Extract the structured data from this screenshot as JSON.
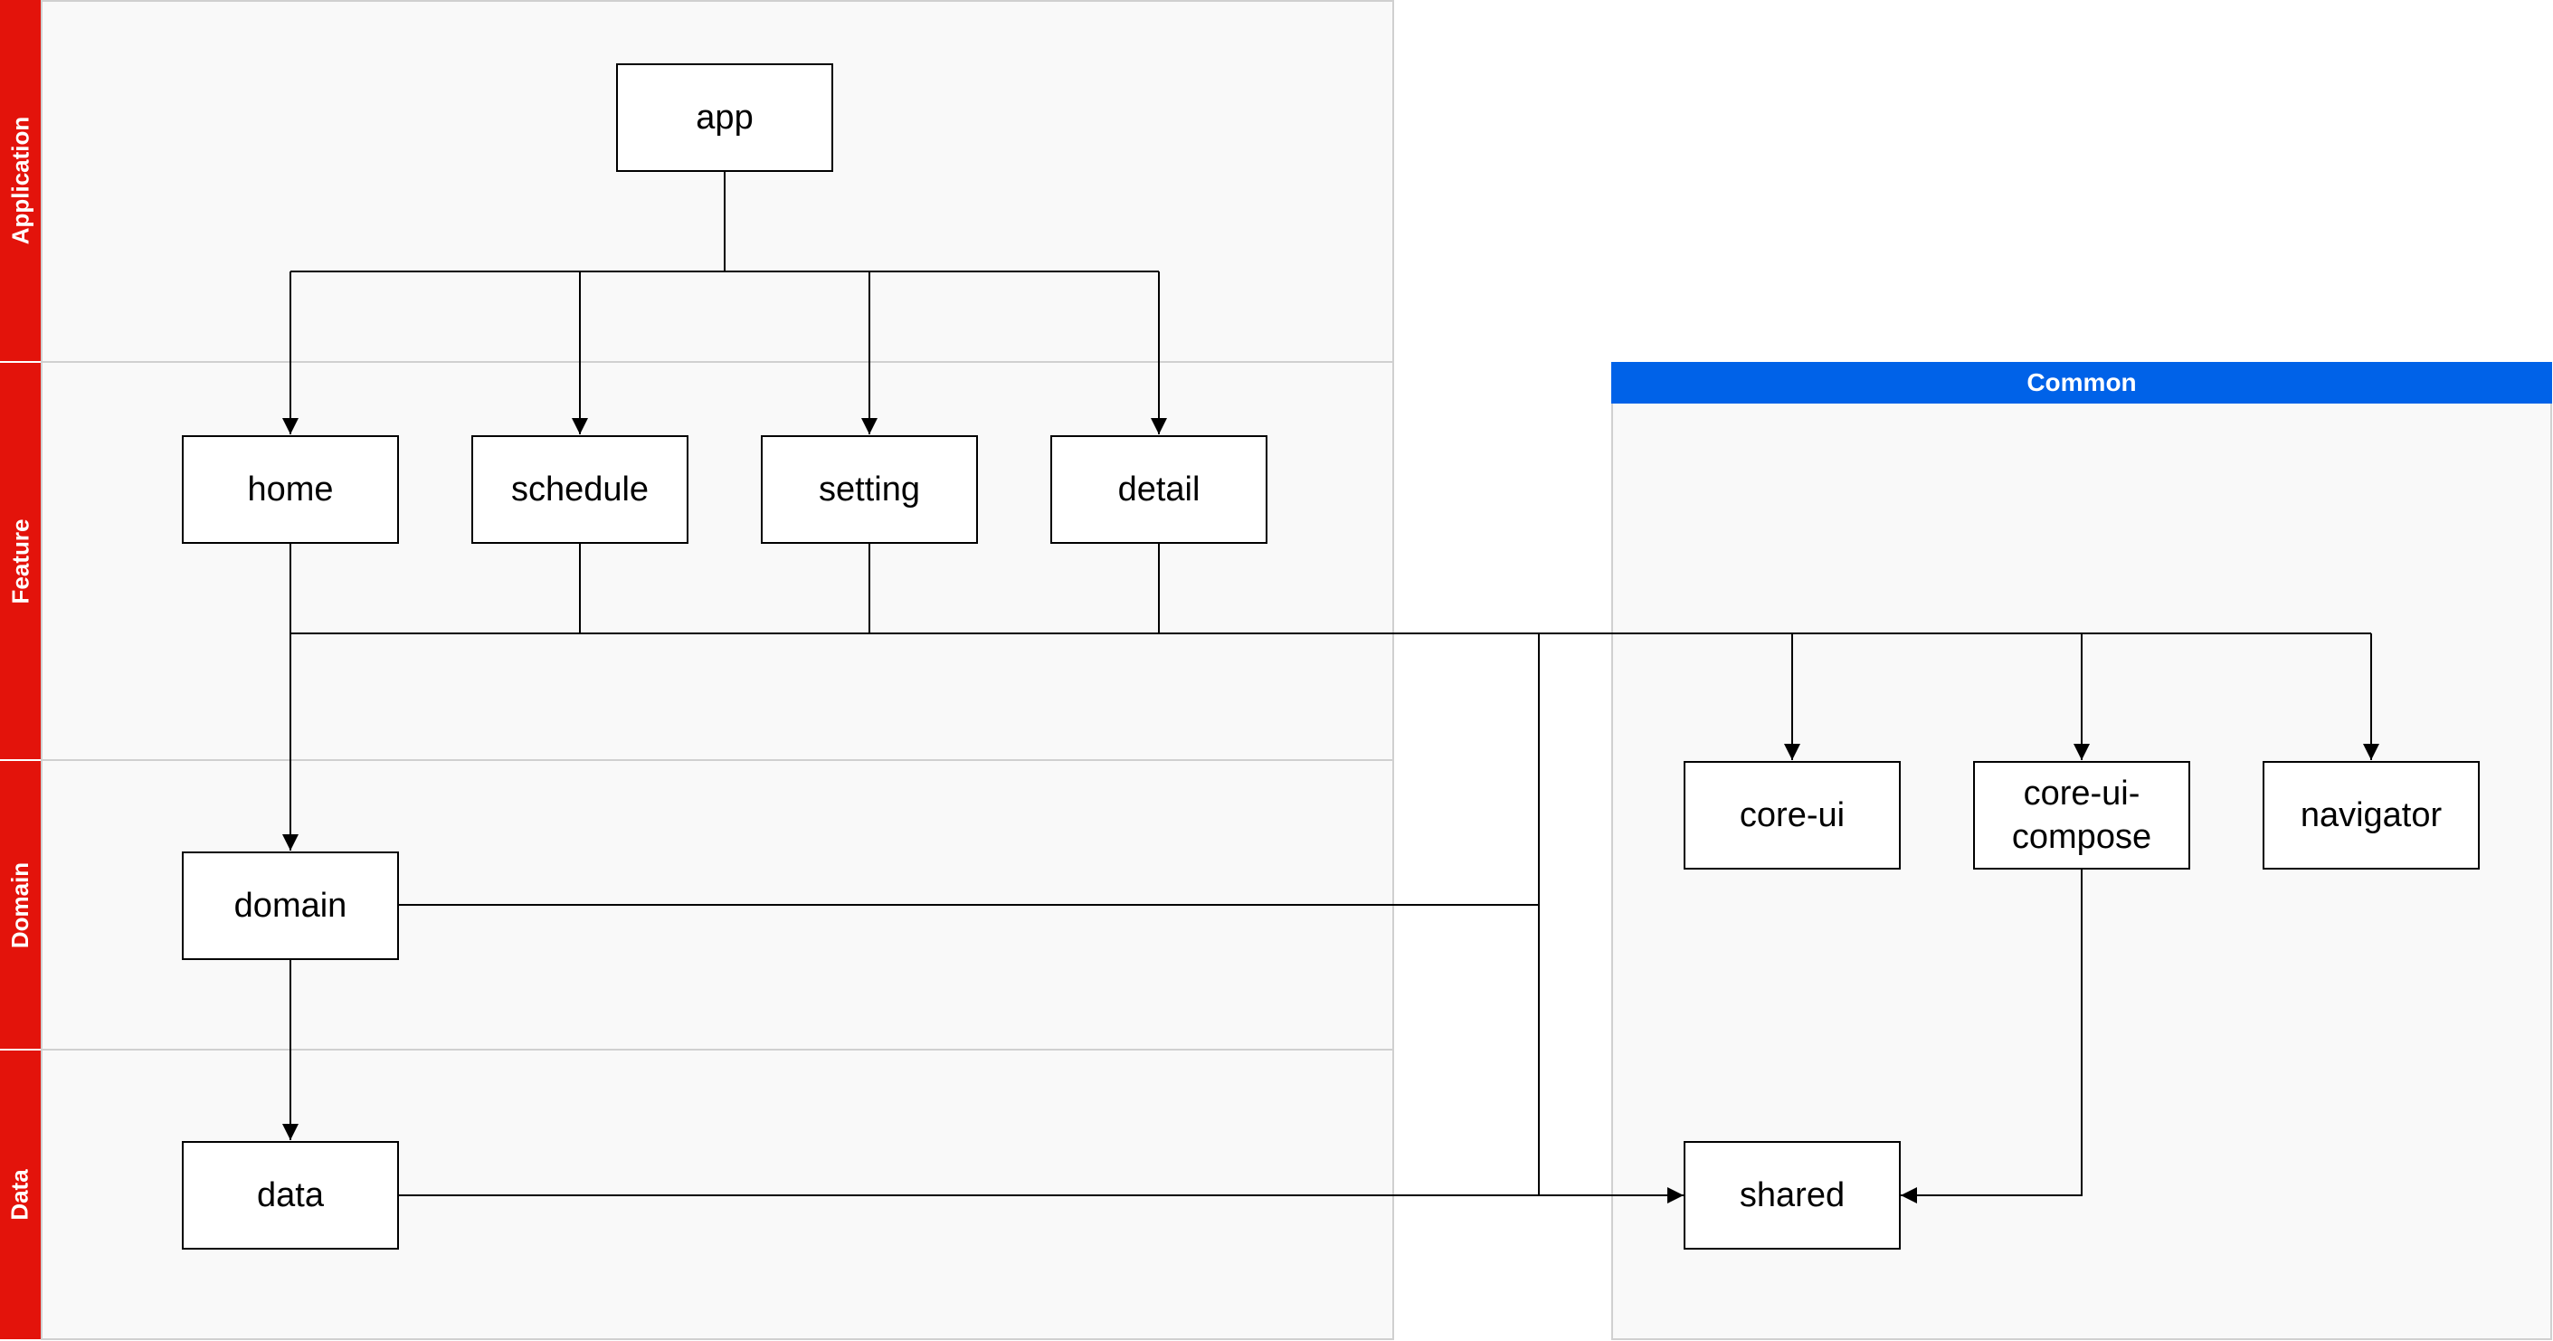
{
  "lanes": {
    "application": "Application",
    "feature": "Feature",
    "domain": "Domain",
    "data": "Data"
  },
  "common": {
    "title": "Common"
  },
  "modules": {
    "app": "app",
    "home": "home",
    "schedule": "schedule",
    "setting": "setting",
    "detail": "detail",
    "domain": "domain",
    "data": "data",
    "core_ui": "core-ui",
    "core_ui_compose": "core-ui-compose",
    "navigator": "navigator",
    "shared": "shared"
  },
  "colors": {
    "lane_tab": "#e3130b",
    "common_header": "#0062e8",
    "lane_fill": "#f9f9f9",
    "lane_border": "#d0d0d0",
    "edge": "#000000"
  }
}
